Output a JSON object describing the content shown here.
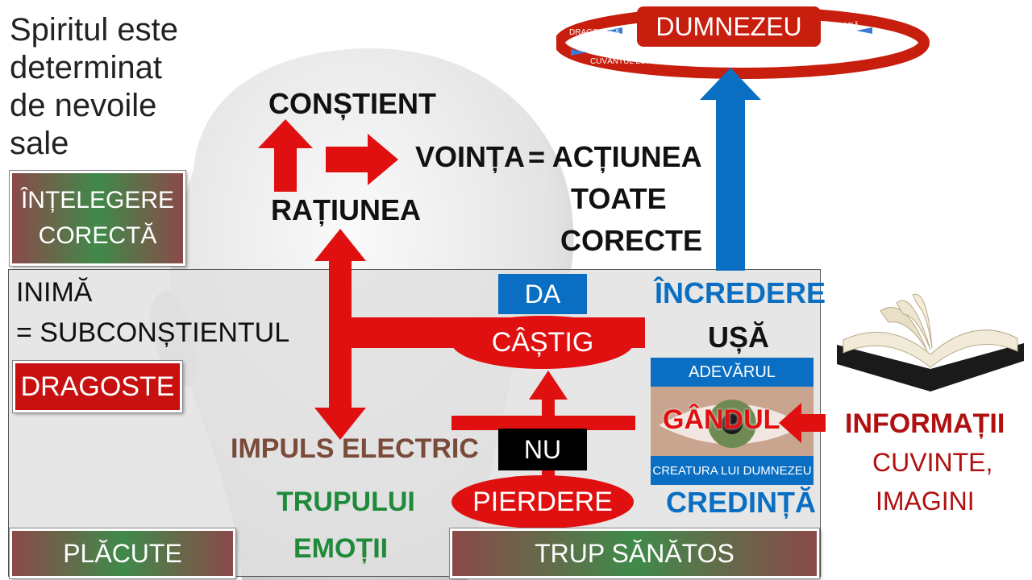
{
  "top_left_text": [
    "Spiritul este",
    "determinat",
    "de nevoile",
    "sale"
  ],
  "intelegere": [
    "ÎNȚELEGERE",
    "CORECTĂ"
  ],
  "constient": "CONȘTIENT",
  "ratiunea": "RAȚIUNEA",
  "vointa": "VOINȚA",
  "equals_actiunea": "= ACȚIUNEA",
  "toate": "TOATE",
  "corecte": "CORECTE",
  "dumnezeu": "DUMNEZEU",
  "ring_labels": {
    "dragostea": "DRAGOSTEA",
    "roada": "ROADĂ",
    "cuvantul": "CUVÂNTUL LUI DUMNEZEU"
  },
  "inima": "INIMĂ",
  "subconstientul": "= SUBCONȘTIENTUL",
  "dragoste": "DRAGOSTE",
  "da": "DA",
  "castig": "CÂȘTIG",
  "incredere": "ÎNCREDERE",
  "usa": "UȘĂ",
  "adevarul": "ADEVĂRUL",
  "gandul": "GÂNDUL",
  "creatura": "CREATURA LUI DUMNEZEU",
  "credinta": "CREDINȚĂ",
  "nu": "NU",
  "pierdere": "PIERDERE",
  "impuls": "IMPULS ELECTRIC",
  "trupului": "TRUPULUI",
  "emotii": "EMOȚII",
  "placute": "PLĂCUTE",
  "trup_sanatos": "TRUP SĂNĂTOS",
  "informatii": "INFORMAȚII",
  "cuvinte": "CUVINTE,",
  "imagini": "IMAGINI",
  "colors": {
    "red": "#e01010",
    "blue": "#0a6fc2",
    "green": "#1f8a3a",
    "brown": "#7a4a3a",
    "dark_red": "#b01010"
  }
}
